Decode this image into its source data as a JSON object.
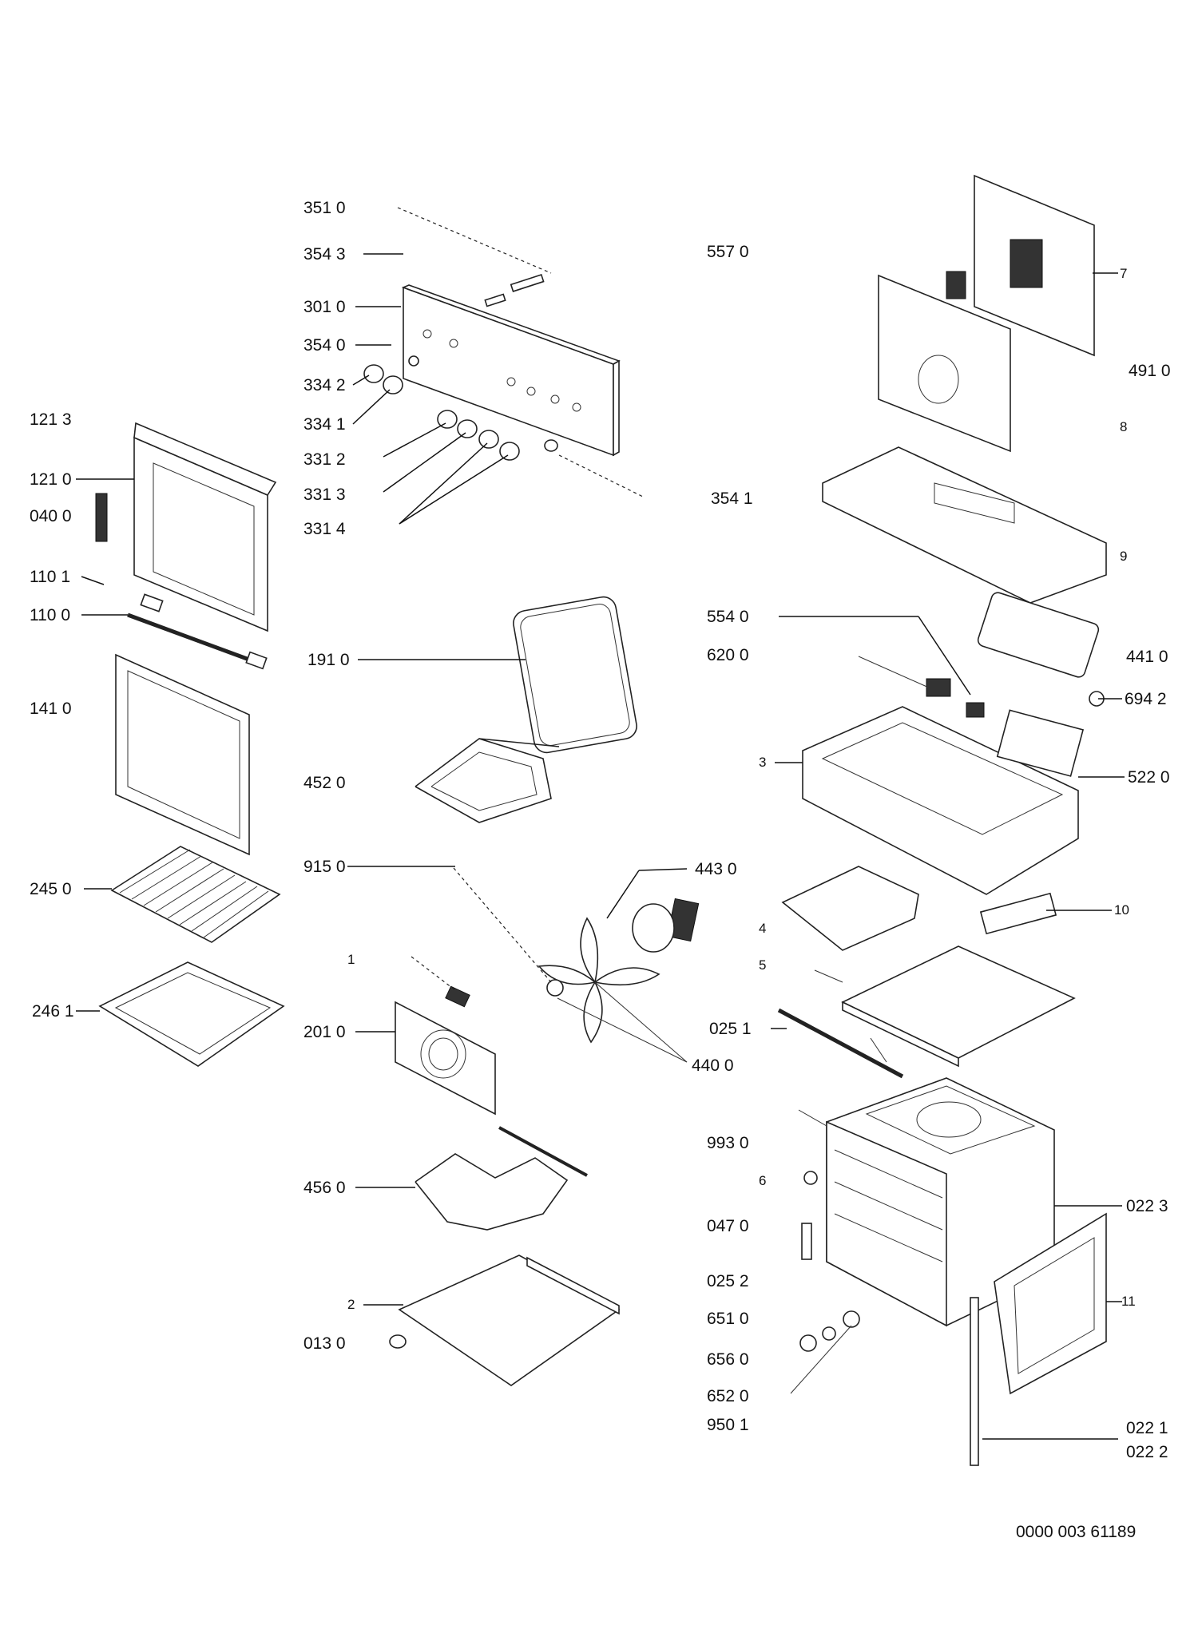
{
  "labels": {
    "l3510": "351 0",
    "l3543": "354 3",
    "l3010": "301 0",
    "l3540": "354 0",
    "l3342": "334 2",
    "l3341": "334 1",
    "l3312": "331 2",
    "l3313": "331 3",
    "l3314": "331 4",
    "l5570": "557 0",
    "l7": "7",
    "l4910": "491 0",
    "l8": "8",
    "l3541": "354 1",
    "l9": "9",
    "l1213": "121 3",
    "l1210": "121 0",
    "l0400": "040 0",
    "l1101": "110 1",
    "l1100": "110 0",
    "l1410": "141 0",
    "l1910": "191 0",
    "l5540": "554 0",
    "l6200": "620 0",
    "l4410": "441 0",
    "l6942": "694 2",
    "l3": "3",
    "l5220": "522 0",
    "l4520": "452 0",
    "l9150": "915 0",
    "l4430": "443 0",
    "l2450": "245 0",
    "l4": "4",
    "l10": "10",
    "l5": "5",
    "l2461": "246 1",
    "l1": "1",
    "l0251": "025 1",
    "l2010": "201 0",
    "l4400": "440 0",
    "l9930": "993 0",
    "l6": "6",
    "l0223": "022 3",
    "l4560": "456 0",
    "l0470": "047 0",
    "l0252": "025 2",
    "l11": "11",
    "l2": "2",
    "l6510": "651 0",
    "l0130": "013 0",
    "l6560": "656 0",
    "l6520": "652 0",
    "l9501": "950 1",
    "l0221": "022 1",
    "l0222": "022 2",
    "code": "0000 003 61189"
  }
}
